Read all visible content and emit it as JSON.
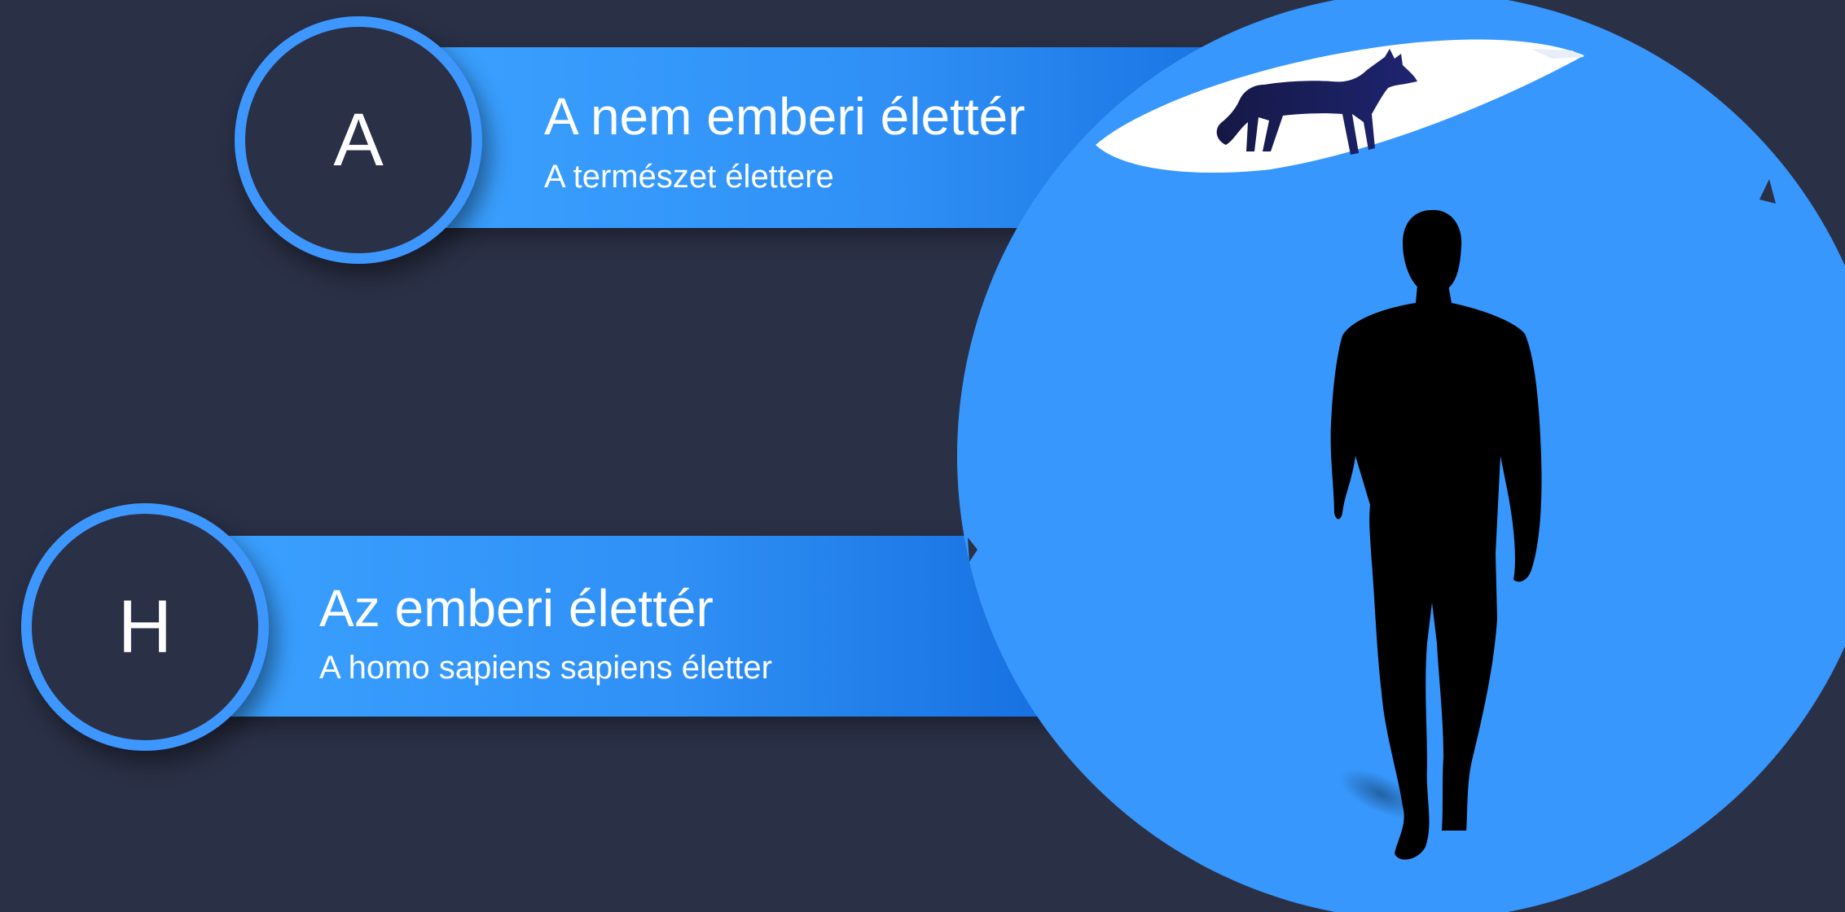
{
  "items": [
    {
      "letter": "A",
      "title": "A nem emberi élettér",
      "subtitle": "A természet élettere"
    },
    {
      "letter": "H",
      "title": "Az emberi élettér",
      "subtitle": "A homo sapiens sapiens életter"
    }
  ],
  "illustration": {
    "top_figure": "wolf-silhouette",
    "main_figure": "walking-man-silhouette"
  },
  "colors": {
    "background": "#2a3046",
    "accent_blue": "#3d97ff",
    "globe_blue": "#3797fd",
    "snow_white": "#ffffff"
  }
}
